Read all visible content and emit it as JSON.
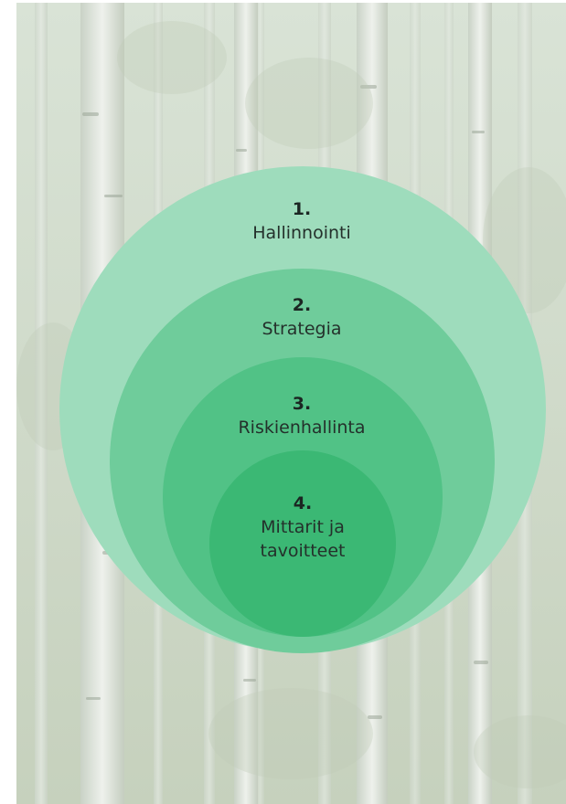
{
  "diagram": {
    "levels": [
      {
        "number": "1.",
        "label": "Hallinnointi",
        "color": "#9edcbc"
      },
      {
        "number": "2.",
        "label": "Strategia",
        "color": "#6fcc9b"
      },
      {
        "number": "3.",
        "label": "Riskienhallinta",
        "color": "#51c286"
      },
      {
        "number": "4.",
        "label": "Mittarit ja tavoitteet",
        "color": "#3bb874"
      }
    ]
  }
}
